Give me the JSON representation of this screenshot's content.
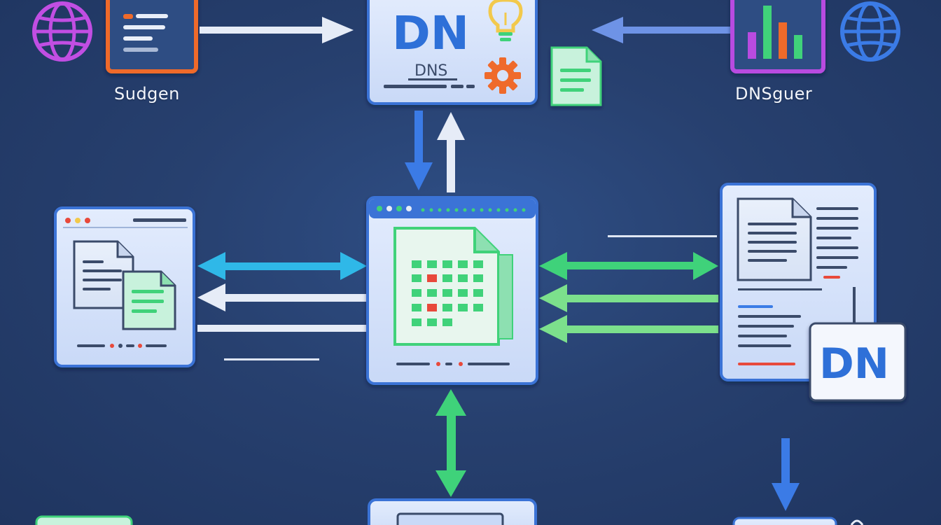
{
  "labels": {
    "left_top": "Sudgen",
    "right_top": "DNSguer"
  },
  "top_panel": {
    "big_text": "DN",
    "small_text": "DNS"
  },
  "right_badge": {
    "text": "DN"
  },
  "colors": {
    "background": "#27406f",
    "panel_fill": "#d6e3fb",
    "panel_border": "#3b73d6",
    "green": "#3fd27a",
    "blue_arrow": "#3b7be6",
    "cyan_arrow": "#2fb8e8",
    "white_arrow": "#e6ecf7",
    "orange": "#ef6a2b",
    "purple": "#b84be0",
    "red": "#e8483a"
  },
  "icons": {
    "top_left": "globe-icon",
    "top_right": "globe-icon",
    "bulb": "lightbulb-icon",
    "gear": "gear-icon",
    "chart": "bar-chart-icon"
  }
}
